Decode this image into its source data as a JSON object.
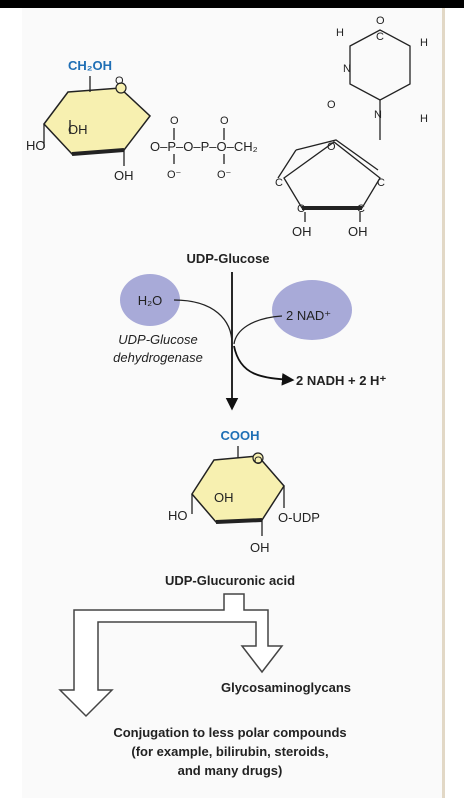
{
  "udp_glucose": {
    "substituent": "CH₂OH",
    "ring_oxygen": "O",
    "oh_ring": "OH",
    "ho_left": "HO",
    "oh_bottom": "OH",
    "linkage": "O–P–O–P–O–CH₂",
    "phosphate_o_top": "O",
    "phosphate_o_bottom": "O⁻",
    "ribose_oxygen": "O",
    "ribose_c": "C",
    "ribose_oh1": "OH",
    "ribose_oh2": "OH",
    "uracil_h1": "H",
    "uracil_h2": "H",
    "uracil_h3": "H",
    "uracil_n1": "N",
    "uracil_n2": "N",
    "uracil_o1": "O",
    "uracil_o2": "O",
    "uracil_c": "C",
    "name": "UDP-Glucose"
  },
  "reaction": {
    "water": "H₂O",
    "enzyme_line1": "UDP-Glucose",
    "enzyme_line2": "dehydrogenase",
    "nad": "2 NAD⁺",
    "products": "2 NADH + 2 H⁺"
  },
  "udp_glucuronic": {
    "substituent": "COOH",
    "ring_oxygen": "O",
    "oh_ring": "OH",
    "ho_left": "HO",
    "oh_bottom": "OH",
    "udp": "O-UDP",
    "name": "UDP-Glucuronic acid"
  },
  "fates": {
    "gag": "Glycosaminoglycans",
    "conj_line1": "Conjugation to less polar compounds",
    "conj_line2": "(for example, bilirubin, steroids,",
    "conj_line3": "and many drugs)"
  },
  "colors": {
    "ring_fill": "#f7f0b0",
    "blue_text": "#1f6fb5",
    "bubble": "#a8aad8"
  }
}
